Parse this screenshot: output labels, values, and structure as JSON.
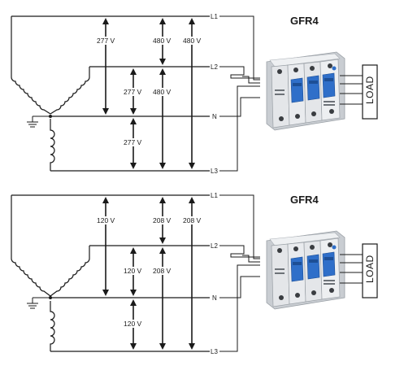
{
  "diagrams": [
    {
      "device": "GFR4",
      "load": "LOAD",
      "lines": {
        "l1": "L1",
        "l2": "L2",
        "n": "N",
        "l3": "L3"
      },
      "voltages": {
        "l1_n": "277 V",
        "l1_l2": "480 V",
        "l1_l3": "480 V",
        "l2_n": "277 V",
        "l2_l3": "480 V",
        "n_l3": "277 V"
      }
    },
    {
      "device": "GFR4",
      "load": "LOAD",
      "lines": {
        "l1": "L1",
        "l2": "L2",
        "n": "N",
        "l3": "L3"
      },
      "voltages": {
        "l1_n": "120 V",
        "l1_l2": "208 V",
        "l1_l3": "208 V",
        "l2_n": "120 V",
        "l2_l3": "208 V",
        "n_l3": "120 V"
      }
    }
  ],
  "colors": {
    "breaker_handle": "#2f6fc9",
    "breaker_body": "#dcdfe3",
    "wire": "#1a1a1a"
  },
  "icons": [
    "ground-icon",
    "coil-icon",
    "breaker-icon"
  ]
}
